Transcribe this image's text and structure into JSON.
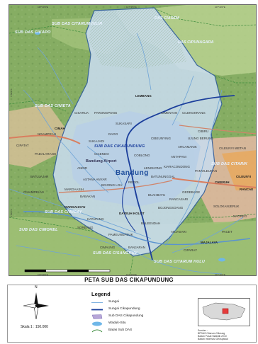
{
  "map": {
    "coords_top": [
      "107°30'0\"E",
      "107°37'0\"E",
      "107°44'0\"E"
    ],
    "coords_left": [
      "6°50'0\"S",
      "6°55'0\"S"
    ],
    "coords_bottom": [
      "107°30'0\"E",
      "107°37'0\"E",
      "107°44'0\"E"
    ],
    "labels_subdas": [
      "SUB DAS CITARUM HILIR",
      "SUB DAS CIKAPO",
      "DAS CIASEM",
      "DAS CIPUNAGARA",
      "SUB DAS CINIETA",
      "SUB DAS CIKAPUNDUNG",
      "SUB DAS CITARIK",
      "SUB DAS CIWIDAY",
      "SUB DAS CISANGKUY",
      "SUB DAS CIMOREL",
      "SUB DAS CITARUM HULU"
    ],
    "labels_city": {
      "bandung": "Bandung",
      "dayeuhkolot": "DAYEUH KOLOT",
      "rancaekek": "RANCAE",
      "cileunyi": "CILEUNYI",
      "cimahi": "CIMAH",
      "margahayu": "MARGAHAYU",
      "lembang": "LEMBANG",
      "cicalengka": "CIKERUH",
      "airport": "Bandung Airport",
      "majalaya": "MAJALAYA"
    },
    "towns": [
      "DAGO",
      "CIBEUNYING",
      "SUKAJADI",
      "CICENDO",
      "COBLONG",
      "ANDIR",
      "BOJONG LOA",
      "ASTANA ANYAR",
      "REGOL",
      "LENGKONG",
      "BATUNUNGGAL",
      "KIARACONDONG",
      "ANTAPANI",
      "ARCAMANIK",
      "UJUNG BERUNG",
      "CIBIRU",
      "BUAHBATU",
      "BOJONGSOANG",
      "MARGAASIH",
      "BABAKAN",
      "KATAPANG",
      "SOREANG",
      "BALEENDAH",
      "ARJASARI",
      "CIPARAY",
      "PAMEUNGPEUK",
      "CIMENYAN",
      "CILENGKRANG",
      "SUKASARI",
      "PARONGPONG",
      "CISARUA",
      "CIPATAT",
      "PADALARANG",
      "NGAMPRAH",
      "BATUJAJAR",
      "CIHAMPELAS",
      "GEDEBAGE",
      "RANCASARI",
      "PANYILEUKAN",
      "SOLOKANJERUK",
      "CIMAUNG",
      "BANJARAN",
      "PACET",
      "NAGREG",
      "CILEUNYI WETAN"
    ]
  },
  "title": "PETA SUB DAS CIKAPUNDUNG",
  "legend": {
    "north": "N",
    "scale": "Skala 1 : 150.000",
    "title": "Legend",
    "items": [
      {
        "label": "Sungai",
        "color": "#7fb2e0"
      },
      {
        "label": "Sungai Cikapundung",
        "color": "#1c3f9c"
      },
      {
        "label": "Sub DAS Cikapundung",
        "color": "#b7a6d8"
      },
      {
        "label": "Waduk-Situ",
        "color": "#6fb7e8"
      },
      {
        "label": "Batas Sub DAS",
        "color": "#3a8a3a"
      }
    ],
    "source_lines": [
      "Sumber :",
      "BPDAS Citarum-Ciliwung",
      "Badan Pusat Statistik 2010",
      "Badan Informasi Geospasial"
    ]
  },
  "colors": {
    "hill_green": "#7aa65c",
    "light_green": "#b6cf8e",
    "urban_pink": "#e4b9a2",
    "orange": "#e8a04d",
    "water_blue": "#a9cde8",
    "cikapundung_river": "#1c3f9c",
    "boundary": "#2e5c9e"
  }
}
